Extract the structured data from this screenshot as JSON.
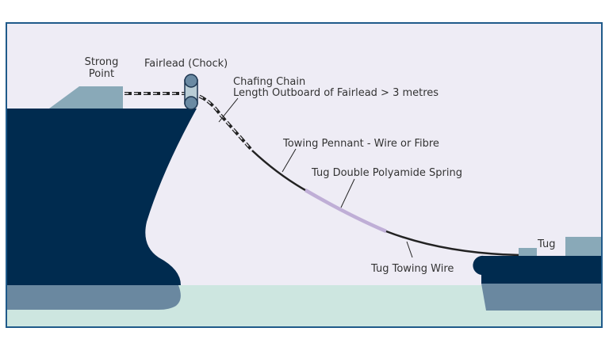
{
  "labels": {
    "strong_point_1": "Strong",
    "strong_point_2": "Point",
    "fairlead": "Fairlead (Chock)",
    "chafing_chain_1": "Chafing Chain",
    "chafing_chain_2": "Length Outboard of Fairlead > 3 metres",
    "towing_pennant": "Towing Pennant - Wire or Fibre",
    "spring": "Tug Double Polyamide Spring",
    "tug": "Tug",
    "tug_wire": "Tug Towing Wire"
  },
  "colors": {
    "background": "#eeecf5",
    "hull": "#002b4f",
    "hull_underwater": "#6a88a0",
    "deck_structure": "#89a9b8",
    "water": "#cde6e0",
    "spring": "#bfaed6",
    "chain": "#222222",
    "frame": "#1f5a8a"
  }
}
